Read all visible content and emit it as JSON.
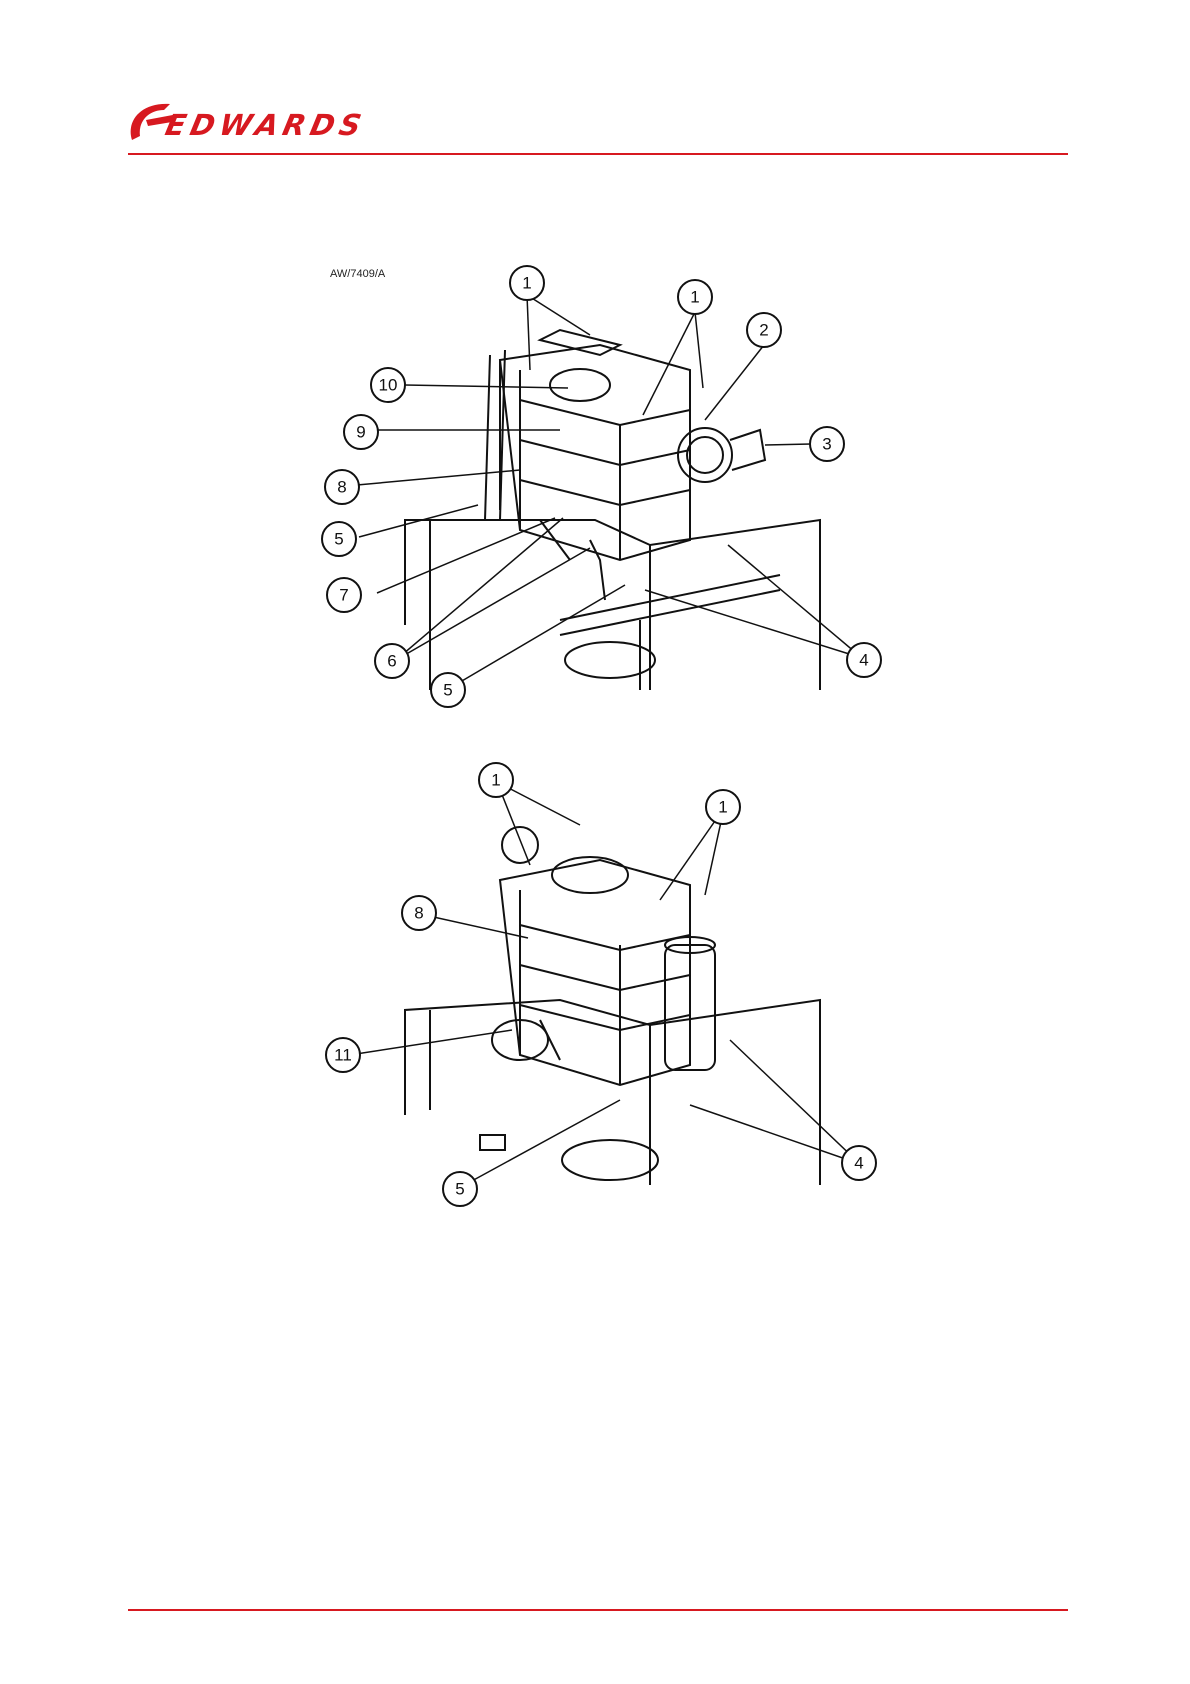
{
  "header": {
    "logo_text": "EDWARDS",
    "brand_color": "#d71920"
  },
  "figure": {
    "reference": "AW/7409/A",
    "callouts_top": [
      "1",
      "1",
      "2",
      "3",
      "10",
      "9",
      "8",
      "5",
      "7",
      "6",
      "5",
      "4"
    ],
    "callouts_bottom": [
      "1",
      "1",
      "8",
      "11",
      "5",
      "4"
    ]
  }
}
